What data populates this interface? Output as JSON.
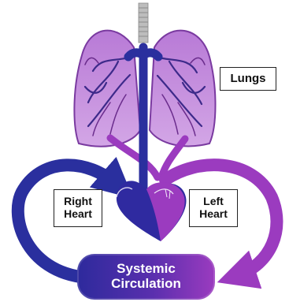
{
  "labels": {
    "lungs": "Lungs",
    "right_heart_line1": "Right",
    "right_heart_line2": "Heart",
    "left_heart_line1": "Left",
    "left_heart_line2": "Heart",
    "systemic_line1": "Systemic",
    "systemic_line2": "Circulation"
  },
  "colors": {
    "deoxygenated": "#2a2f9e",
    "oxygenated": "#9b3bbf",
    "lung_fill": "#c890dd",
    "lung_vessel_dark": "#3d2a8a",
    "lung_vessel_light": "#6a2c8c",
    "trachea": "#b8b8b8"
  }
}
